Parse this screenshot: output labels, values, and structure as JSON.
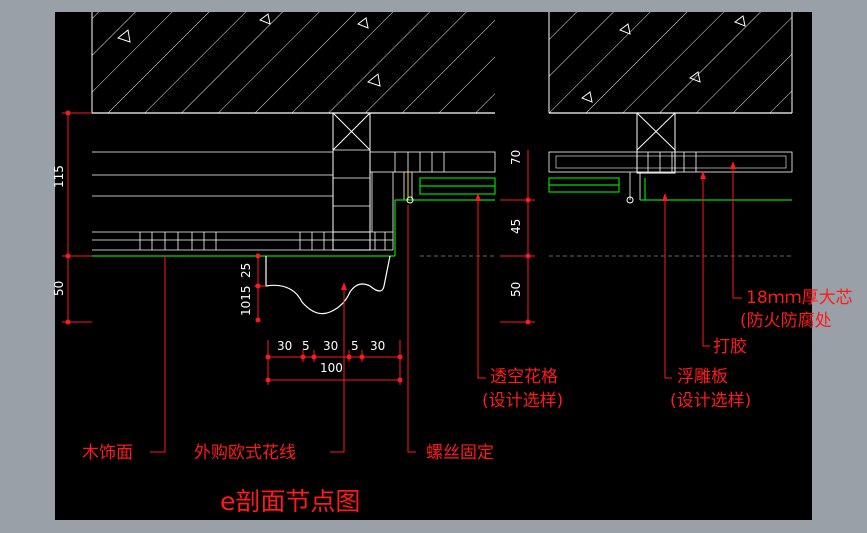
{
  "title": "e剖面节点图",
  "dimensions": {
    "left_115": "115",
    "left_50": "50",
    "d25": "25",
    "d1015": "1015",
    "d30a": "30",
    "d5a": "5",
    "d30b": "30",
    "d5b": "5",
    "d30c": "30",
    "d100": "100",
    "right_70": "70",
    "right_45": "45",
    "right_50": "50"
  },
  "labels": {
    "wood_face": "木饰面",
    "moulding": "外购欧式花线",
    "screw": "螺丝固定",
    "lattice_1": "透空花格",
    "lattice_2": "(设计选样)",
    "relief_1": "浮雕板",
    "relief_2": "(设计选样)",
    "glue": "打胶",
    "core_1": "18ｍｍ厚大芯",
    "core_2": "(防火防腐处"
  },
  "colors": {
    "background": "#000000",
    "frame": "#9aa0a8",
    "lines": "#ffffff",
    "annotation": "#ff1a1a",
    "finish_line": "#00dd00"
  }
}
